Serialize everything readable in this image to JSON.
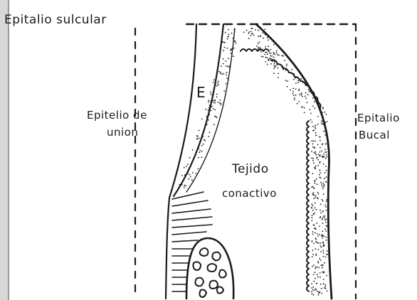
{
  "labels": {
    "sulcular": "Epitalio sulcular",
    "union_1": "Epitelio de",
    "union_2": "union",
    "e": "E",
    "tejido": "Tejido",
    "conectivo": "conactivo",
    "bucal_1": "Epitalio",
    "bucal_2": "Bucal"
  },
  "colors": {
    "ink": "#1a1a1a",
    "paper": "#ffffff",
    "left_edge_shadow": "#9a9a9a"
  }
}
